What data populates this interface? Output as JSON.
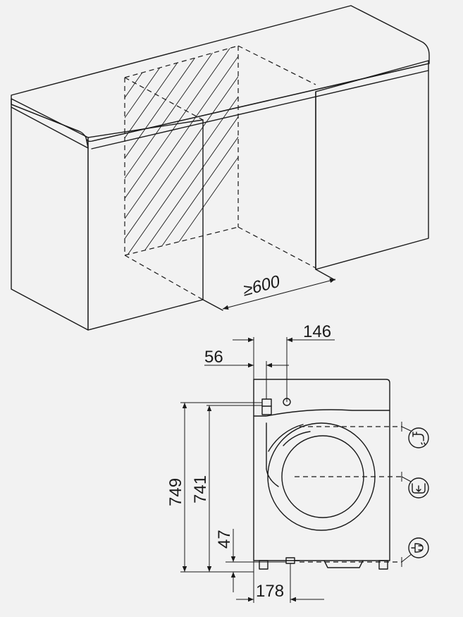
{
  "dimensions": {
    "niche_width": "≥600",
    "hose_offset_146": "146",
    "hose_offset_56": "56",
    "height_749": "749",
    "height_741": "741",
    "height_47": "47",
    "width_178": "178"
  },
  "icons": {
    "water_inlet": "water-tap-icon",
    "drain": "drain-icon",
    "power": "power-plug-icon"
  },
  "colors": {
    "background": "#f2f2f2",
    "line": "#1a1a1a"
  }
}
